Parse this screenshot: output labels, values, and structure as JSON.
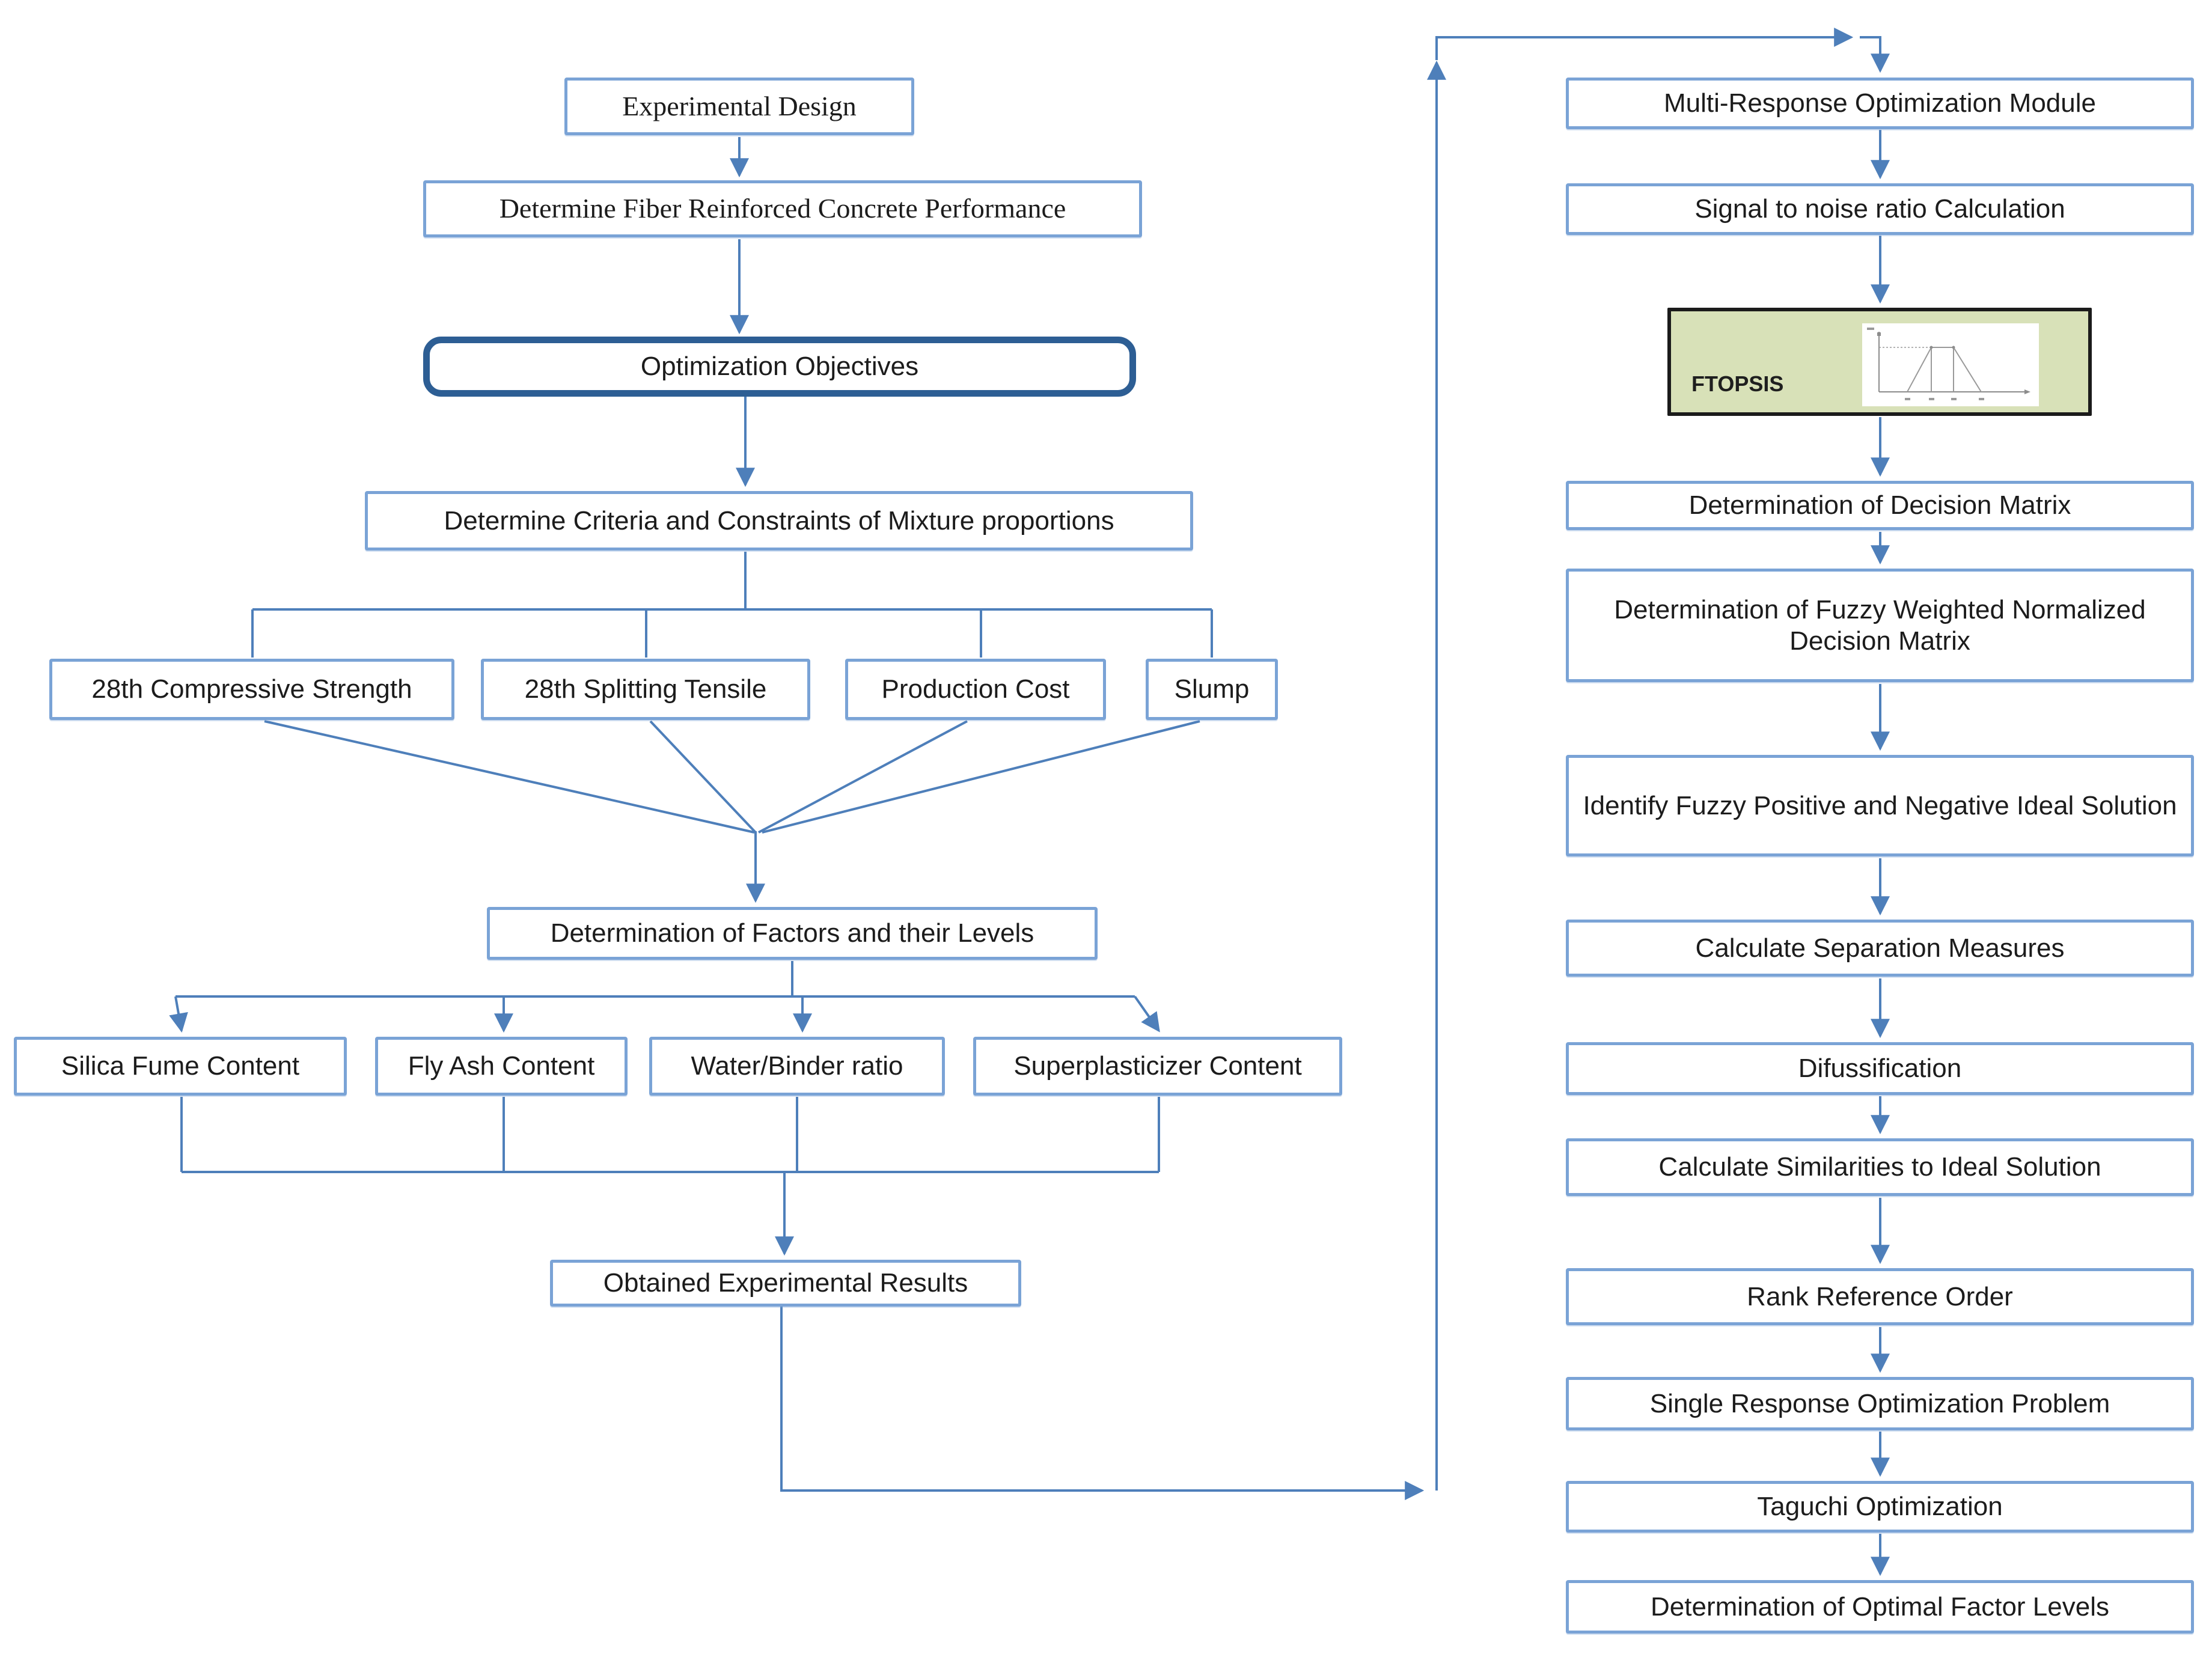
{
  "left_flow": {
    "experimental_design": "Experimental Design",
    "frc_performance": "Determine Fiber Reinforced Concrete Performance",
    "optimization_objectives": "Optimization Objectives",
    "criteria_constraints": "Determine Criteria and Constraints of Mixture proportions",
    "criteria": [
      "28th Compressive Strength",
      "28th Splitting Tensile",
      "Production Cost",
      "Slump"
    ],
    "factors_levels": "Determination of Factors and their Levels",
    "factors": [
      "Silica Fume Content",
      "Fly Ash Content",
      "Water/Binder ratio",
      "Superplasticizer Content"
    ],
    "obtained_results": "Obtained Experimental Results"
  },
  "right_flow": {
    "multi_response": "Multi-Response Optimization Module",
    "signal_noise": "Signal to noise ratio Calculation",
    "ftopsis": "FTOPSIS",
    "decision_matrix": "Determination of Decision Matrix",
    "fuzzy_weighted": "Determination of Fuzzy Weighted Normalized Decision Matrix",
    "ideal_solution": "Identify Fuzzy Positive and Negative Ideal Solution",
    "separation": "Calculate Separation Measures",
    "difussification": "Difussification",
    "similarities": "Calculate Similarities to Ideal Solution",
    "rank": "Rank Reference Order",
    "single_response": "Single Response Optimization Problem",
    "taguchi": "Taguchi Optimization",
    "optimal_levels": "Determination of Optimal Factor Levels"
  },
  "colors": {
    "box_border": "#7aa3d6",
    "accent_border": "#2d5e94",
    "arrow": "#4e7fba",
    "ftopsis_fill": "#d8e1b8",
    "ftopsis_border": "#1b1b1b",
    "text": "#1c1c1c"
  }
}
